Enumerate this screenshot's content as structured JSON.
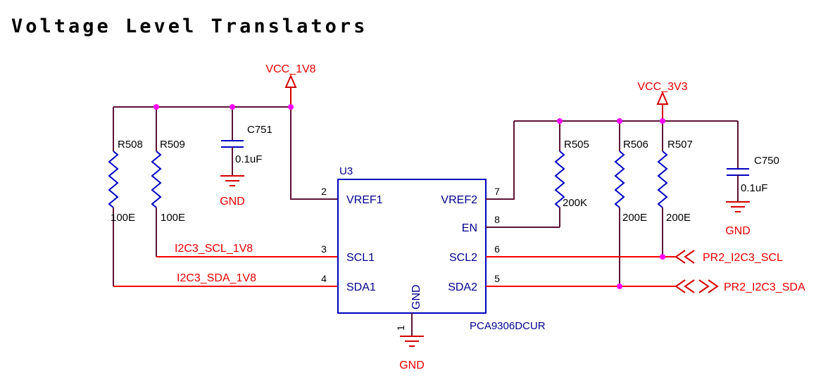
{
  "title": "Voltage Level Translators",
  "colors": {
    "wire": "#5c1135",
    "signal": "#ff0000",
    "component": "#0000c0",
    "symbol_red": "#d40000",
    "junction": "#ff00ff",
    "pin_text": "#00008c",
    "label_text": "#000000",
    "net_text": "#e60000"
  },
  "power_flags": {
    "left": "VCC_1V8",
    "right": "VCC_3V3"
  },
  "gnd_label": "GND",
  "ic": {
    "ref": "U3",
    "part_number": "PCA9306DCUR",
    "pins": {
      "vref1": {
        "num": "2",
        "name": "VREF1"
      },
      "scl1": {
        "num": "3",
        "name": "SCL1"
      },
      "sda1": {
        "num": "4",
        "name": "SDA1"
      },
      "gnd": {
        "num": "1",
        "name": "GND"
      },
      "vref2": {
        "num": "7",
        "name": "VREF2"
      },
      "en": {
        "num": "8",
        "name": "EN"
      },
      "scl2": {
        "num": "6",
        "name": "SCL2"
      },
      "sda2": {
        "num": "5",
        "name": "SDA2"
      }
    }
  },
  "resistors": [
    {
      "ref": "R508",
      "value": "100E"
    },
    {
      "ref": "R509",
      "value": "100E"
    },
    {
      "ref": "R505",
      "value": "200K"
    },
    {
      "ref": "R506",
      "value": "200E"
    },
    {
      "ref": "R507",
      "value": "200E"
    }
  ],
  "capacitors": [
    {
      "ref": "C751",
      "value": "0.1uF"
    },
    {
      "ref": "C750",
      "value": "0.1uF"
    }
  ],
  "net_labels": {
    "scl1": "I2C3_SCL_1V8",
    "sda1": "I2C3_SDA_1V8",
    "scl2": "PR2_I2C3_SCL",
    "sda2": "PR2_I2C3_SDA"
  }
}
